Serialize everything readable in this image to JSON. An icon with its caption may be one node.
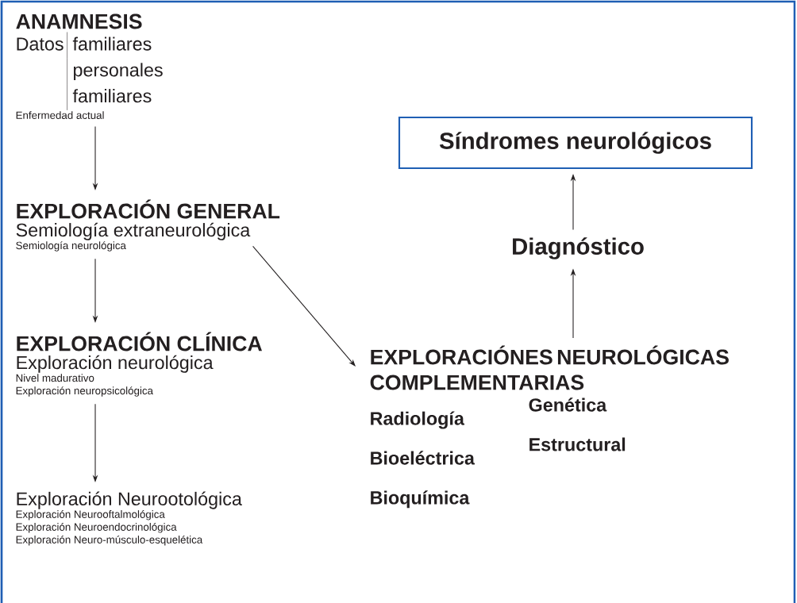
{
  "diagram": {
    "nodes": [
      {
        "text": [
          "ANAMNESIS",
          "Datos",
          "familiares",
          "personales",
          "familiares",
          "Enfermedad actual"
        ]
      },
      {
        "text": [
          "EXPLORACIÓN GENERAL",
          "Semiología extraneurológica",
          "Semiología neurológica"
        ]
      },
      {
        "text": [
          "EXPLORACIÓN CLÍNICA",
          "Exploración neurológica",
          "Nivel madurativo",
          "Exploración neuropsicológica"
        ]
      },
      {
        "text": [
          "Exploración Neurootológica",
          "Exploración Neurooftalmológica",
          "Exploración Neuroendocrinológica",
          "Exploración Neuro-músculo-esquelética"
        ]
      },
      {
        "text": [
          "EXPLORACIÓNES NEUROLÓGICAS COMPLEMENTARIAS",
          "Radiología",
          "Genética",
          "Bioeléctrica",
          "Estructural",
          "Bioquímica"
        ]
      },
      {
        "text": [
          "Diagnóstico"
        ]
      },
      {
        "text": [
          "Síndromes neurológicos"
        ]
      }
    ],
    "edges": [
      {
        "from": 0,
        "to": 1,
        "arrow": "to"
      },
      {
        "from": 1,
        "to": 2,
        "arrow": "to"
      },
      {
        "from": 1,
        "to": 4,
        "arrow": "to"
      },
      {
        "from": 2,
        "to": 3,
        "arrow": "to"
      },
      {
        "from": 4,
        "to": 5,
        "arrow": "to"
      },
      {
        "from": 5,
        "to": 6,
        "arrow": "to"
      }
    ]
  }
}
